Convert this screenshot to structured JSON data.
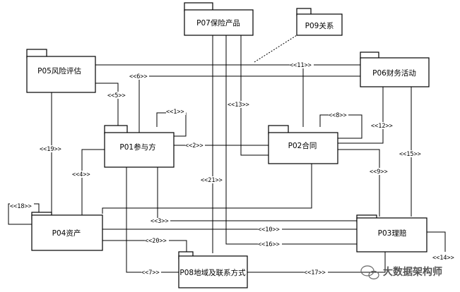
{
  "packages": [
    {
      "id": "P07",
      "label": "P07保险产品"
    },
    {
      "id": "P09",
      "label": "P09关系"
    },
    {
      "id": "P05",
      "label": "P05风险评估"
    },
    {
      "id": "P06",
      "label": "P06财务活动"
    },
    {
      "id": "P01",
      "label": "P01参与方"
    },
    {
      "id": "P02",
      "label": "P02合同"
    },
    {
      "id": "P04",
      "label": "P04资产"
    },
    {
      "id": "P03",
      "label": "P03理赔"
    },
    {
      "id": "P08",
      "label": "P08地域及联系方式"
    }
  ],
  "relations": [
    "<<1>>",
    "<<2>>",
    "<<3>>",
    "<<4>>",
    "<<5>>",
    "<<6>>",
    "<<7>>",
    "<<8>>",
    "<<9>>",
    "<<10>>",
    "<<11>>",
    "<<12>>",
    "<<13>>",
    "<<14>>",
    "<<15>>",
    "<<16>>",
    "<<17>>",
    "<<18>>",
    "<<19>>",
    "<<20>>",
    "<<21>>"
  ],
  "watermark": {
    "text": "大数据架构师",
    "icon": "wechat-icon"
  }
}
